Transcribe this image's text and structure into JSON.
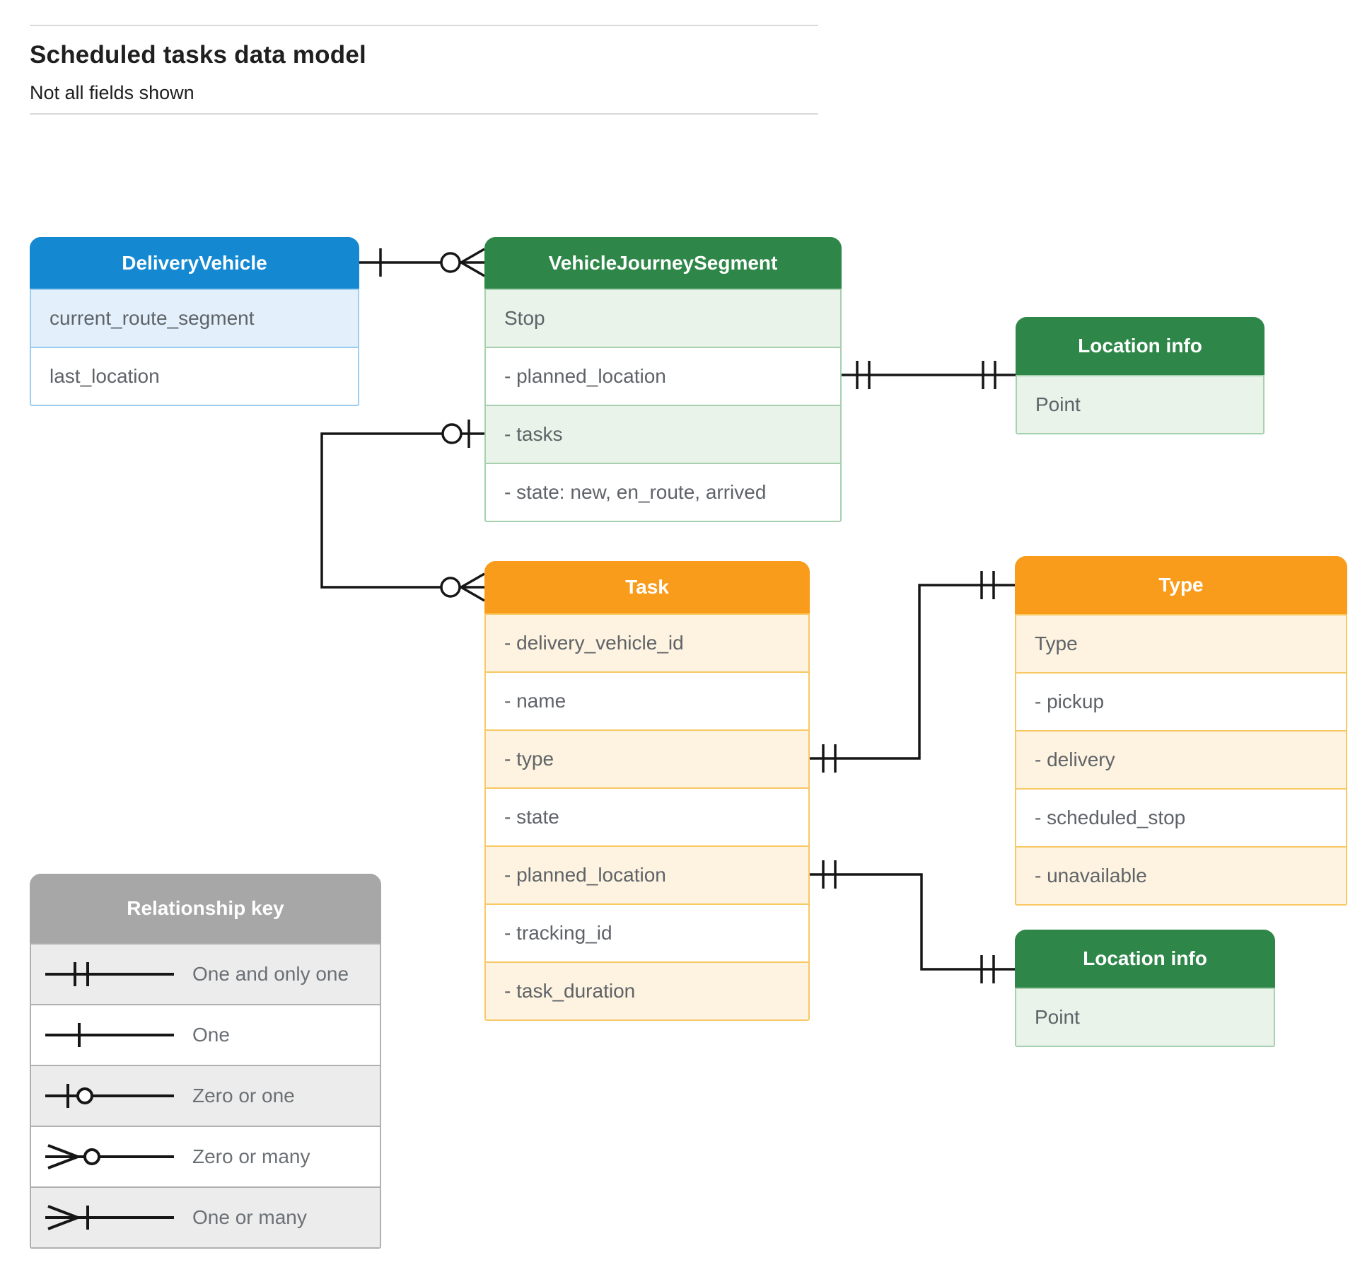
{
  "page": {
    "title": "Scheduled tasks data model",
    "subtitle": "Not all fields shown"
  },
  "colors": {
    "blue_header": "#1489d2",
    "blue_tint": "#e3f0fb",
    "green_header": "#2e8749",
    "green_tint": "#e9f3ea",
    "orange_header": "#f99c1b",
    "orange_tint": "#fdf3e0",
    "gray_header": "#a7a7a7",
    "gray_tint": "#ececec",
    "row_text": "#5f6368",
    "connector": "#161616"
  },
  "entities": {
    "delivery_vehicle": {
      "title": "DeliveryVehicle",
      "rows": [
        "current_route_segment",
        "last_location"
      ]
    },
    "vehicle_journey_segment": {
      "title": "VehicleJourneySegment",
      "rows": [
        "Stop",
        "- planned_location",
        "- tasks",
        "- state: new, en_route, arrived"
      ]
    },
    "location_info_top": {
      "title": "Location info",
      "rows": [
        "Point"
      ]
    },
    "task": {
      "title": "Task",
      "rows": [
        "- delivery_vehicle_id",
        "- name",
        "- type",
        "- state",
        "- planned_location",
        "- tracking_id",
        "- task_duration"
      ]
    },
    "type": {
      "title": "Type",
      "rows": [
        "Type",
        "- pickup",
        "- delivery",
        "- scheduled_stop",
        "- unavailable"
      ]
    },
    "location_info_bottom": {
      "title": "Location info",
      "rows": [
        "Point"
      ]
    }
  },
  "relationships": [
    {
      "from": "DeliveryVehicle",
      "from_cardinality": "one",
      "to": "VehicleJourneySegment",
      "to_cardinality": "zero or many"
    },
    {
      "from": "VehicleJourneySegment.tasks",
      "from_cardinality": "zero or one",
      "to": "Task",
      "to_cardinality": "zero or many"
    },
    {
      "from": "VehicleJourneySegment.planned_location",
      "from_cardinality": "one and only one",
      "to": "Location info",
      "to_cardinality": "one and only one"
    },
    {
      "from": "Task.type",
      "from_cardinality": "one and only one",
      "to": "Type",
      "to_cardinality": "one and only one"
    },
    {
      "from": "Task.planned_location",
      "from_cardinality": "one and only one",
      "to": "Location info",
      "to_cardinality": "one and only one"
    }
  ],
  "relationship_key": {
    "title": "Relationship key",
    "items": [
      {
        "label": "One and only one",
        "symbol": "one-and-only-one"
      },
      {
        "label": "One",
        "symbol": "one"
      },
      {
        "label": "Zero or one",
        "symbol": "zero-or-one"
      },
      {
        "label": "Zero or many",
        "symbol": "zero-or-many"
      },
      {
        "label": "One or many",
        "symbol": "one-or-many"
      }
    ]
  }
}
